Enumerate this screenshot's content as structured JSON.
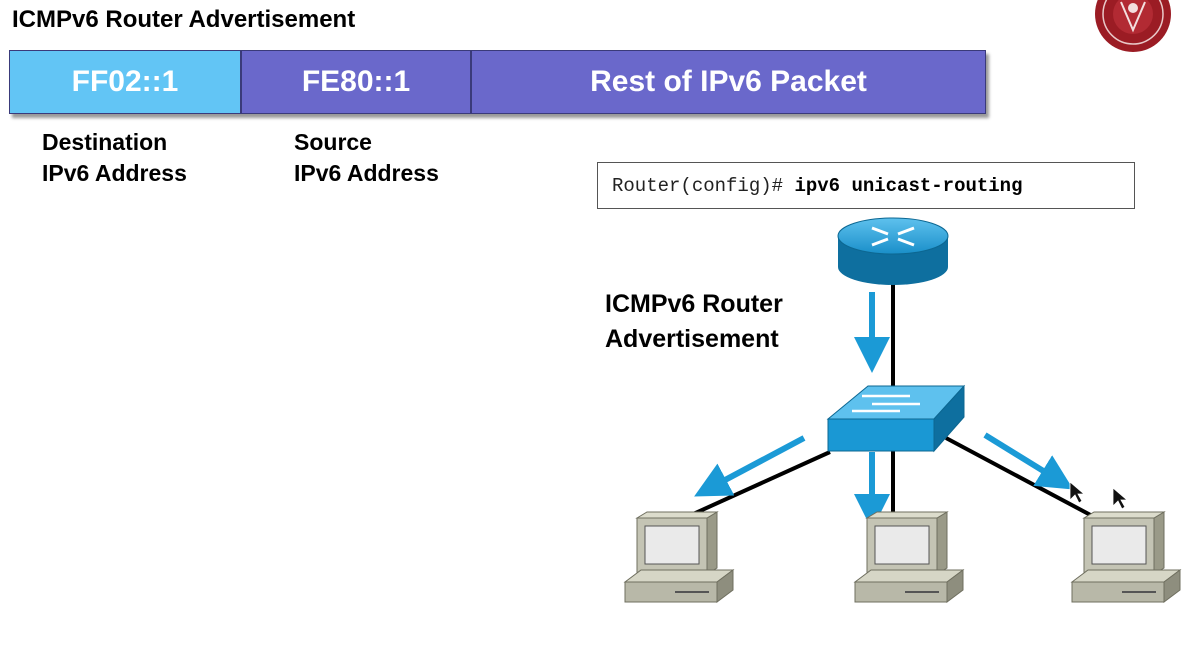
{
  "title": "ICMPv6 Router Advertisement",
  "packet": {
    "segments": [
      "FF02::1",
      "FE80::1",
      "Rest of IPv6 Packet"
    ]
  },
  "labels": {
    "destination_line1": "Destination",
    "destination_line2": "IPv6 Address",
    "source_line1": "Source",
    "source_line2": "IPv6 Address"
  },
  "command": {
    "prompt": "Router(config)# ",
    "text": "ipv6 unicast-routing"
  },
  "diagram_label": {
    "line1": "ICMPv6 Router",
    "line2": "Advertisement"
  },
  "colors": {
    "dest_segment": "#62c5f5",
    "other_segments": "#6a68cb",
    "arrow": "#1b9ad6",
    "device": "#1a8fc9"
  }
}
